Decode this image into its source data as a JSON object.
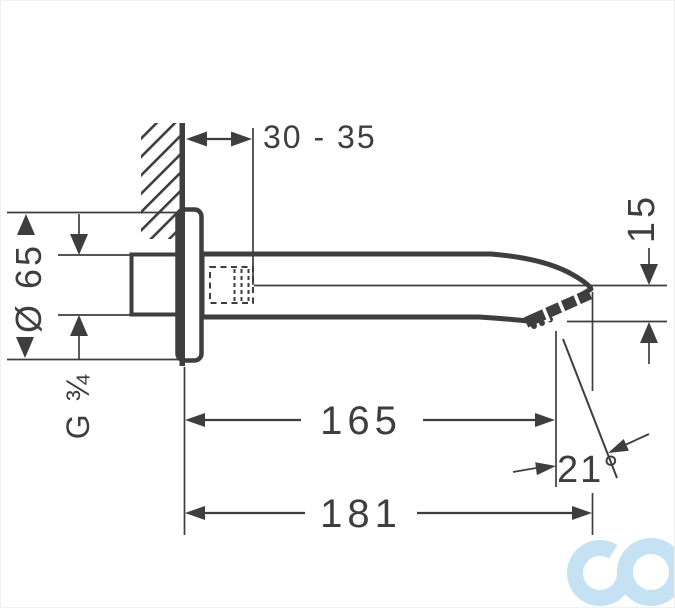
{
  "drawing": {
    "subject": "wall-mounted bath spout side view technical drawing",
    "dimensions": {
      "wall_offset": "30 - 35",
      "escutcheon_diameter": "Ø 65",
      "thread_size": "G ¾",
      "length_to_outlet": "165",
      "length_total": "181",
      "outlet_height": "15",
      "outlet_angle": "21°"
    },
    "colors": {
      "line": "#3e3e3e",
      "background": "#ffffff",
      "logo_blue": "#c5e1f4"
    }
  }
}
